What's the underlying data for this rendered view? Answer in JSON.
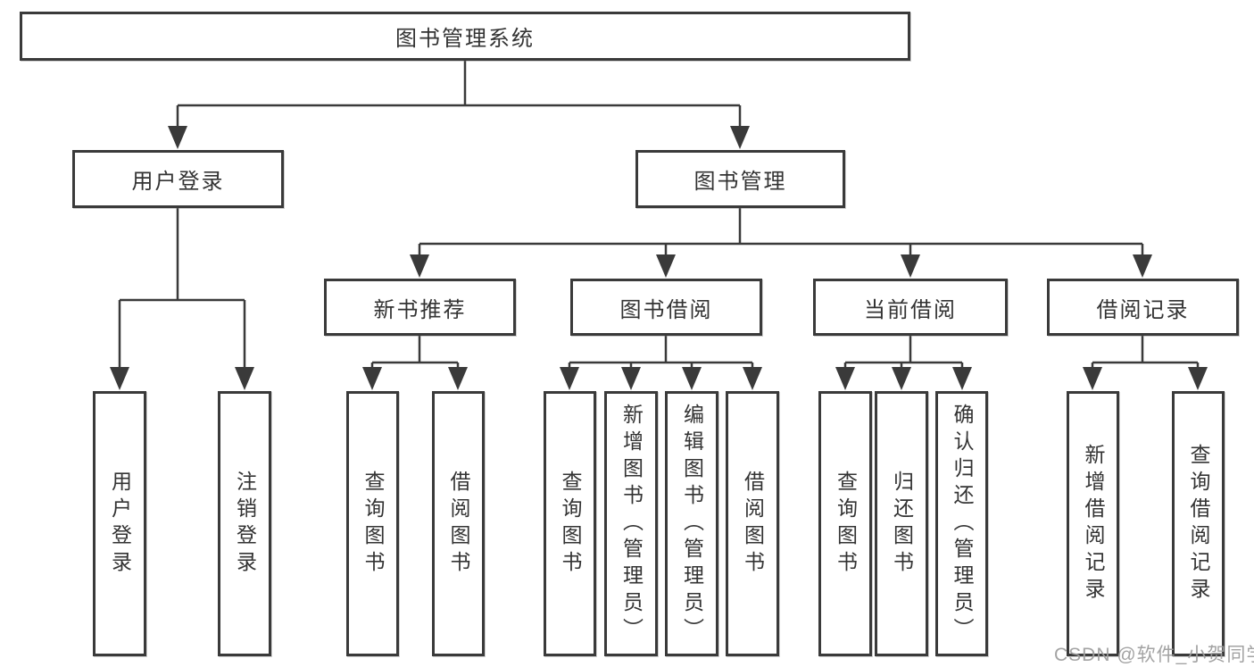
{
  "diagram": {
    "root": {
      "label": "图书管理系统"
    },
    "level2": [
      {
        "label": "用户登录"
      },
      {
        "label": "图书管理"
      }
    ],
    "level3": [
      {
        "label": "新书推荐",
        "parent": "图书管理"
      },
      {
        "label": "图书借阅",
        "parent": "图书管理"
      },
      {
        "label": "当前借阅",
        "parent": "图书管理"
      },
      {
        "label": "借阅记录",
        "parent": "图书管理"
      }
    ],
    "leaves": [
      {
        "label": "用户登录",
        "parent": "用户登录"
      },
      {
        "label": "注销登录",
        "parent": "用户登录"
      },
      {
        "label": "查询图书",
        "parent": "新书推荐"
      },
      {
        "label": "借阅图书",
        "parent": "新书推荐"
      },
      {
        "label": "查询图书",
        "parent": "图书借阅"
      },
      {
        "label": "新增图书（管理员）",
        "parent": "图书借阅"
      },
      {
        "label": "编辑图书（管理员）",
        "parent": "图书借阅"
      },
      {
        "label": "借阅图书",
        "parent": "图书借阅"
      },
      {
        "label": "查询图书",
        "parent": "当前借阅"
      },
      {
        "label": "归还图书",
        "parent": "当前借阅"
      },
      {
        "label": "确认归还（管理员）",
        "parent": "当前借阅"
      },
      {
        "label": "新增借阅记录",
        "parent": "借阅记录"
      },
      {
        "label": "查询借阅记录",
        "parent": "借阅记录"
      }
    ],
    "watermark": "CSDN @软件_小贺同学",
    "colors": {
      "line": "#3a3a3a",
      "text": "#333333",
      "watermark": "#9e9e9e",
      "background": "#ffffff"
    }
  }
}
